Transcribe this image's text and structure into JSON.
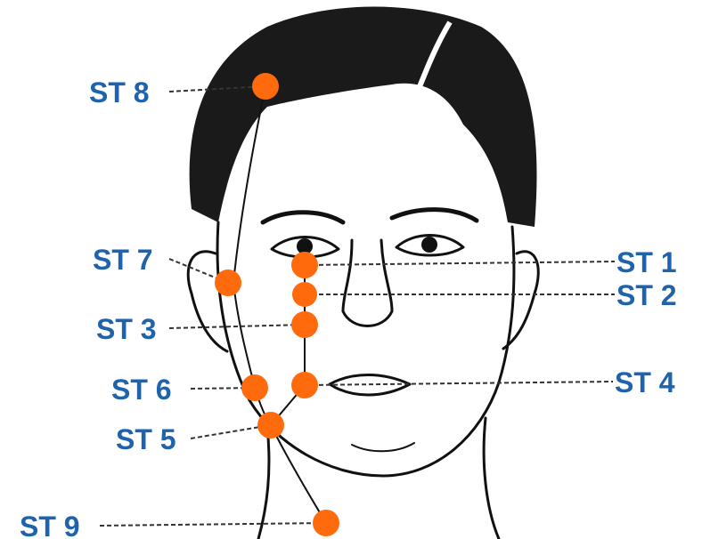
{
  "colors": {
    "label": "#1f63ad",
    "point": "#ff6a0d",
    "ink": "#111111"
  },
  "points": [
    {
      "id": "st8",
      "label": "ST 8"
    },
    {
      "id": "st7",
      "label": "ST 7"
    },
    {
      "id": "st3",
      "label": "ST 3"
    },
    {
      "id": "st6",
      "label": "ST 6"
    },
    {
      "id": "st5",
      "label": "ST 5"
    },
    {
      "id": "st9",
      "label": "ST 9"
    },
    {
      "id": "st1",
      "label": "ST 1"
    },
    {
      "id": "st2",
      "label": "ST 2"
    },
    {
      "id": "st4",
      "label": "ST 4"
    }
  ]
}
